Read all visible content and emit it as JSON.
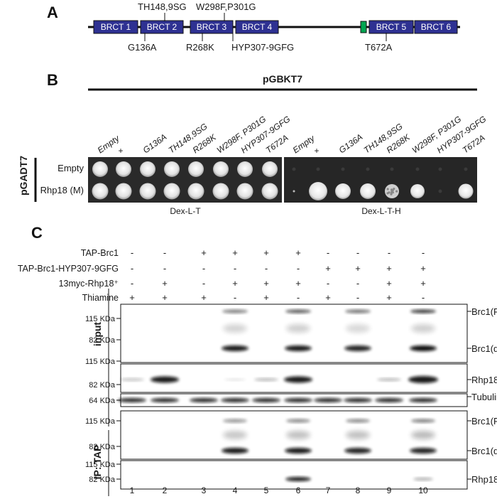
{
  "panels": {
    "a": "A",
    "b": "B",
    "c": "C"
  },
  "panel_a": {
    "domains": [
      "BRCT 1",
      "BRCT 2",
      "BRCT 3",
      "BRCT 4",
      "BRCT 5",
      "BRCT 6"
    ],
    "mutations_top": [
      "TH148,9SG",
      "W298F,P301G"
    ],
    "mutations_bottom": [
      "G136A",
      "R268K",
      "HYP307-9GFG",
      "T672A"
    ],
    "colors": {
      "domain": "#2e3192",
      "nls": "#00a651"
    }
  },
  "panel_b": {
    "bait_vector": "pGBKT7",
    "prey_vector": "pGADT7",
    "columns_left": [
      "Empty",
      "+",
      "G136A",
      "TH148,9SG",
      "R268K",
      "W298F, P301G",
      "HYP307-9GFG",
      "T672A"
    ],
    "columns_right": [
      "Empty",
      "+",
      "G136A",
      "TH148,9SG",
      "R268K",
      "W298F, P301G",
      "HYP307-9GFG",
      "T672A"
    ],
    "rows": [
      "Empty",
      "Rhp18 (M)"
    ],
    "media_left": "Dex-L-T",
    "media_right": "Dex-L-T-H"
  },
  "panel_c": {
    "conditions": [
      {
        "label": "TAP-Brc1",
        "values": [
          "-",
          "-",
          "+",
          "+",
          "+",
          "+",
          "-",
          "-",
          "-",
          "-"
        ]
      },
      {
        "label": "TAP-Brc1-HYP307-9GFG",
        "values": [
          "-",
          "-",
          "-",
          "-",
          "-",
          "-",
          "+",
          "+",
          "+",
          "+"
        ]
      },
      {
        "label": "13myc-Rhp18⁺",
        "values": [
          "-",
          "+",
          "-",
          "+",
          "+",
          "+",
          "-",
          "-",
          "+",
          "+"
        ]
      },
      {
        "label": "Thiamine",
        "values": [
          "+",
          "+",
          "+",
          "-",
          "+",
          "-",
          "+",
          "-",
          "+",
          "-"
        ]
      }
    ],
    "section_input": "input",
    "section_ip": "IP: TAP",
    "markers": {
      "m115": "115 KDa",
      "m82": "82 KDa",
      "m64": "64 KDa"
    },
    "bands": {
      "brc1_fl": "Brc1(FL)",
      "brc1_deg": "Brc1(deg)",
      "rhp18": "Rhp18",
      "tubulin": "Tubulin"
    },
    "lanes": [
      "1",
      "2",
      "3",
      "4",
      "5",
      "6",
      "7",
      "8",
      "9",
      "10"
    ]
  }
}
